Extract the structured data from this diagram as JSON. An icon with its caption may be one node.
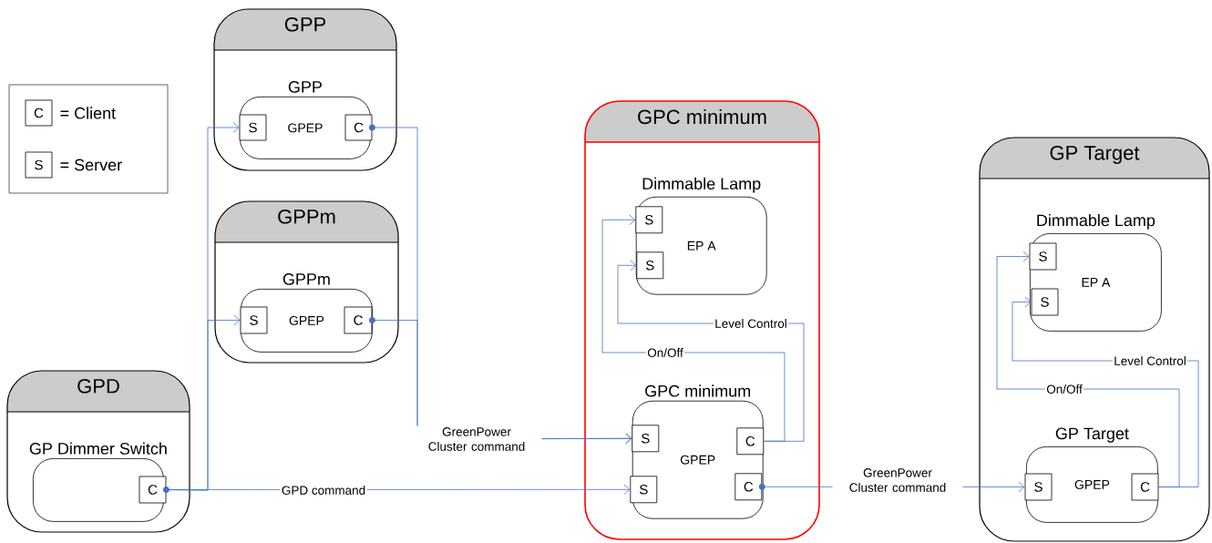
{
  "diagram": {
    "nodes": [
      {
        "text": [
          "C"
        ],
        "beside": [
          "= Client"
        ]
      },
      {
        "text": [
          "S"
        ],
        "beside": [
          "= Server"
        ]
      },
      {
        "text": [
          "GPP"
        ]
      },
      {
        "text": [
          "GPP",
          "GPEP"
        ],
        "in": 2
      },
      {
        "text": [
          "S"
        ],
        "in": 3
      },
      {
        "text": [
          "C"
        ],
        "in": 3
      },
      {
        "text": [
          "GPPm"
        ]
      },
      {
        "text": [
          "GPPm",
          "GPEP"
        ],
        "in": 6
      },
      {
        "text": [
          "S"
        ],
        "in": 7
      },
      {
        "text": [
          "C"
        ],
        "in": 7
      },
      {
        "text": [
          "GPD"
        ]
      },
      {
        "text": [
          "GP Dimmer Switch"
        ],
        "in": 10
      },
      {
        "text": [
          "C"
        ],
        "in": 11
      },
      {
        "text": [
          "GPC minimum"
        ]
      },
      {
        "text": [
          "Dimmable Lamp",
          "EP A"
        ],
        "in": 13
      },
      {
        "text": [
          "S"
        ],
        "in": 14
      },
      {
        "text": [
          "S"
        ],
        "in": 14
      },
      {
        "text": [
          "GPC minimum",
          "GPEP"
        ],
        "in": 13
      },
      {
        "text": [
          "S"
        ],
        "in": 17
      },
      {
        "text": [
          "S"
        ],
        "in": 17
      },
      {
        "text": [
          "C"
        ],
        "in": 17
      },
      {
        "text": [
          "C"
        ],
        "in": 17
      },
      {
        "text": [
          "GP Target"
        ]
      },
      {
        "text": [
          "Dimmable Lamp",
          "EP A"
        ],
        "in": 22
      },
      {
        "text": [
          "S"
        ],
        "in": 23
      },
      {
        "text": [
          "S"
        ],
        "in": 23
      },
      {
        "text": [
          "GP Target",
          "GPEP"
        ],
        "in": 22
      },
      {
        "text": [
          "S"
        ],
        "in": 26
      },
      {
        "text": [
          "C"
        ],
        "in": 26
      }
    ],
    "edges": [
      {
        "from": 12,
        "to": 4,
        "arrow": "to"
      },
      {
        "from": 12,
        "to": 8,
        "arrow": "to"
      },
      {
        "from": 12,
        "to": 19,
        "arrow": "to",
        "label": "GPD command"
      },
      {
        "from": 5,
        "to": 18,
        "arrow": "to",
        "label": "GreenPower Cluster command"
      },
      {
        "from": 9,
        "to": 18,
        "arrow": "to"
      },
      {
        "from": 20,
        "to": 15,
        "arrow": "to",
        "label": "On/Off"
      },
      {
        "from": 20,
        "to": 16,
        "arrow": "to",
        "label": "Level Control"
      },
      {
        "from": 21,
        "to": 27,
        "arrow": "to",
        "label": "GreenPower Cluster command"
      },
      {
        "from": 28,
        "to": 24,
        "arrow": "to",
        "label": "On/Off"
      },
      {
        "from": 28,
        "to": 25,
        "arrow": "to",
        "label": "Level Control"
      }
    ]
  }
}
